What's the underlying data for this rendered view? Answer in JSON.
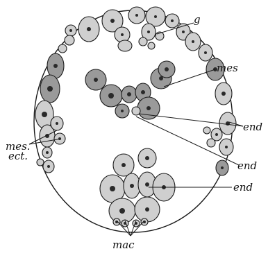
{
  "labels": {
    "g": "g",
    "mes": "mes",
    "end_upper": "end",
    "end_middle": "end",
    "end_lower": "end",
    "mes_ect_line1": "mes.",
    "mes_ect_line2": "ect.",
    "mac": "mac"
  },
  "colors": {
    "ink": "#1a1a1a",
    "cell_fill": "#cfcfcf",
    "cell_fill_dark": "#9a9a9a",
    "nucleus": "#2a2a2a",
    "background": "#ffffff"
  }
}
